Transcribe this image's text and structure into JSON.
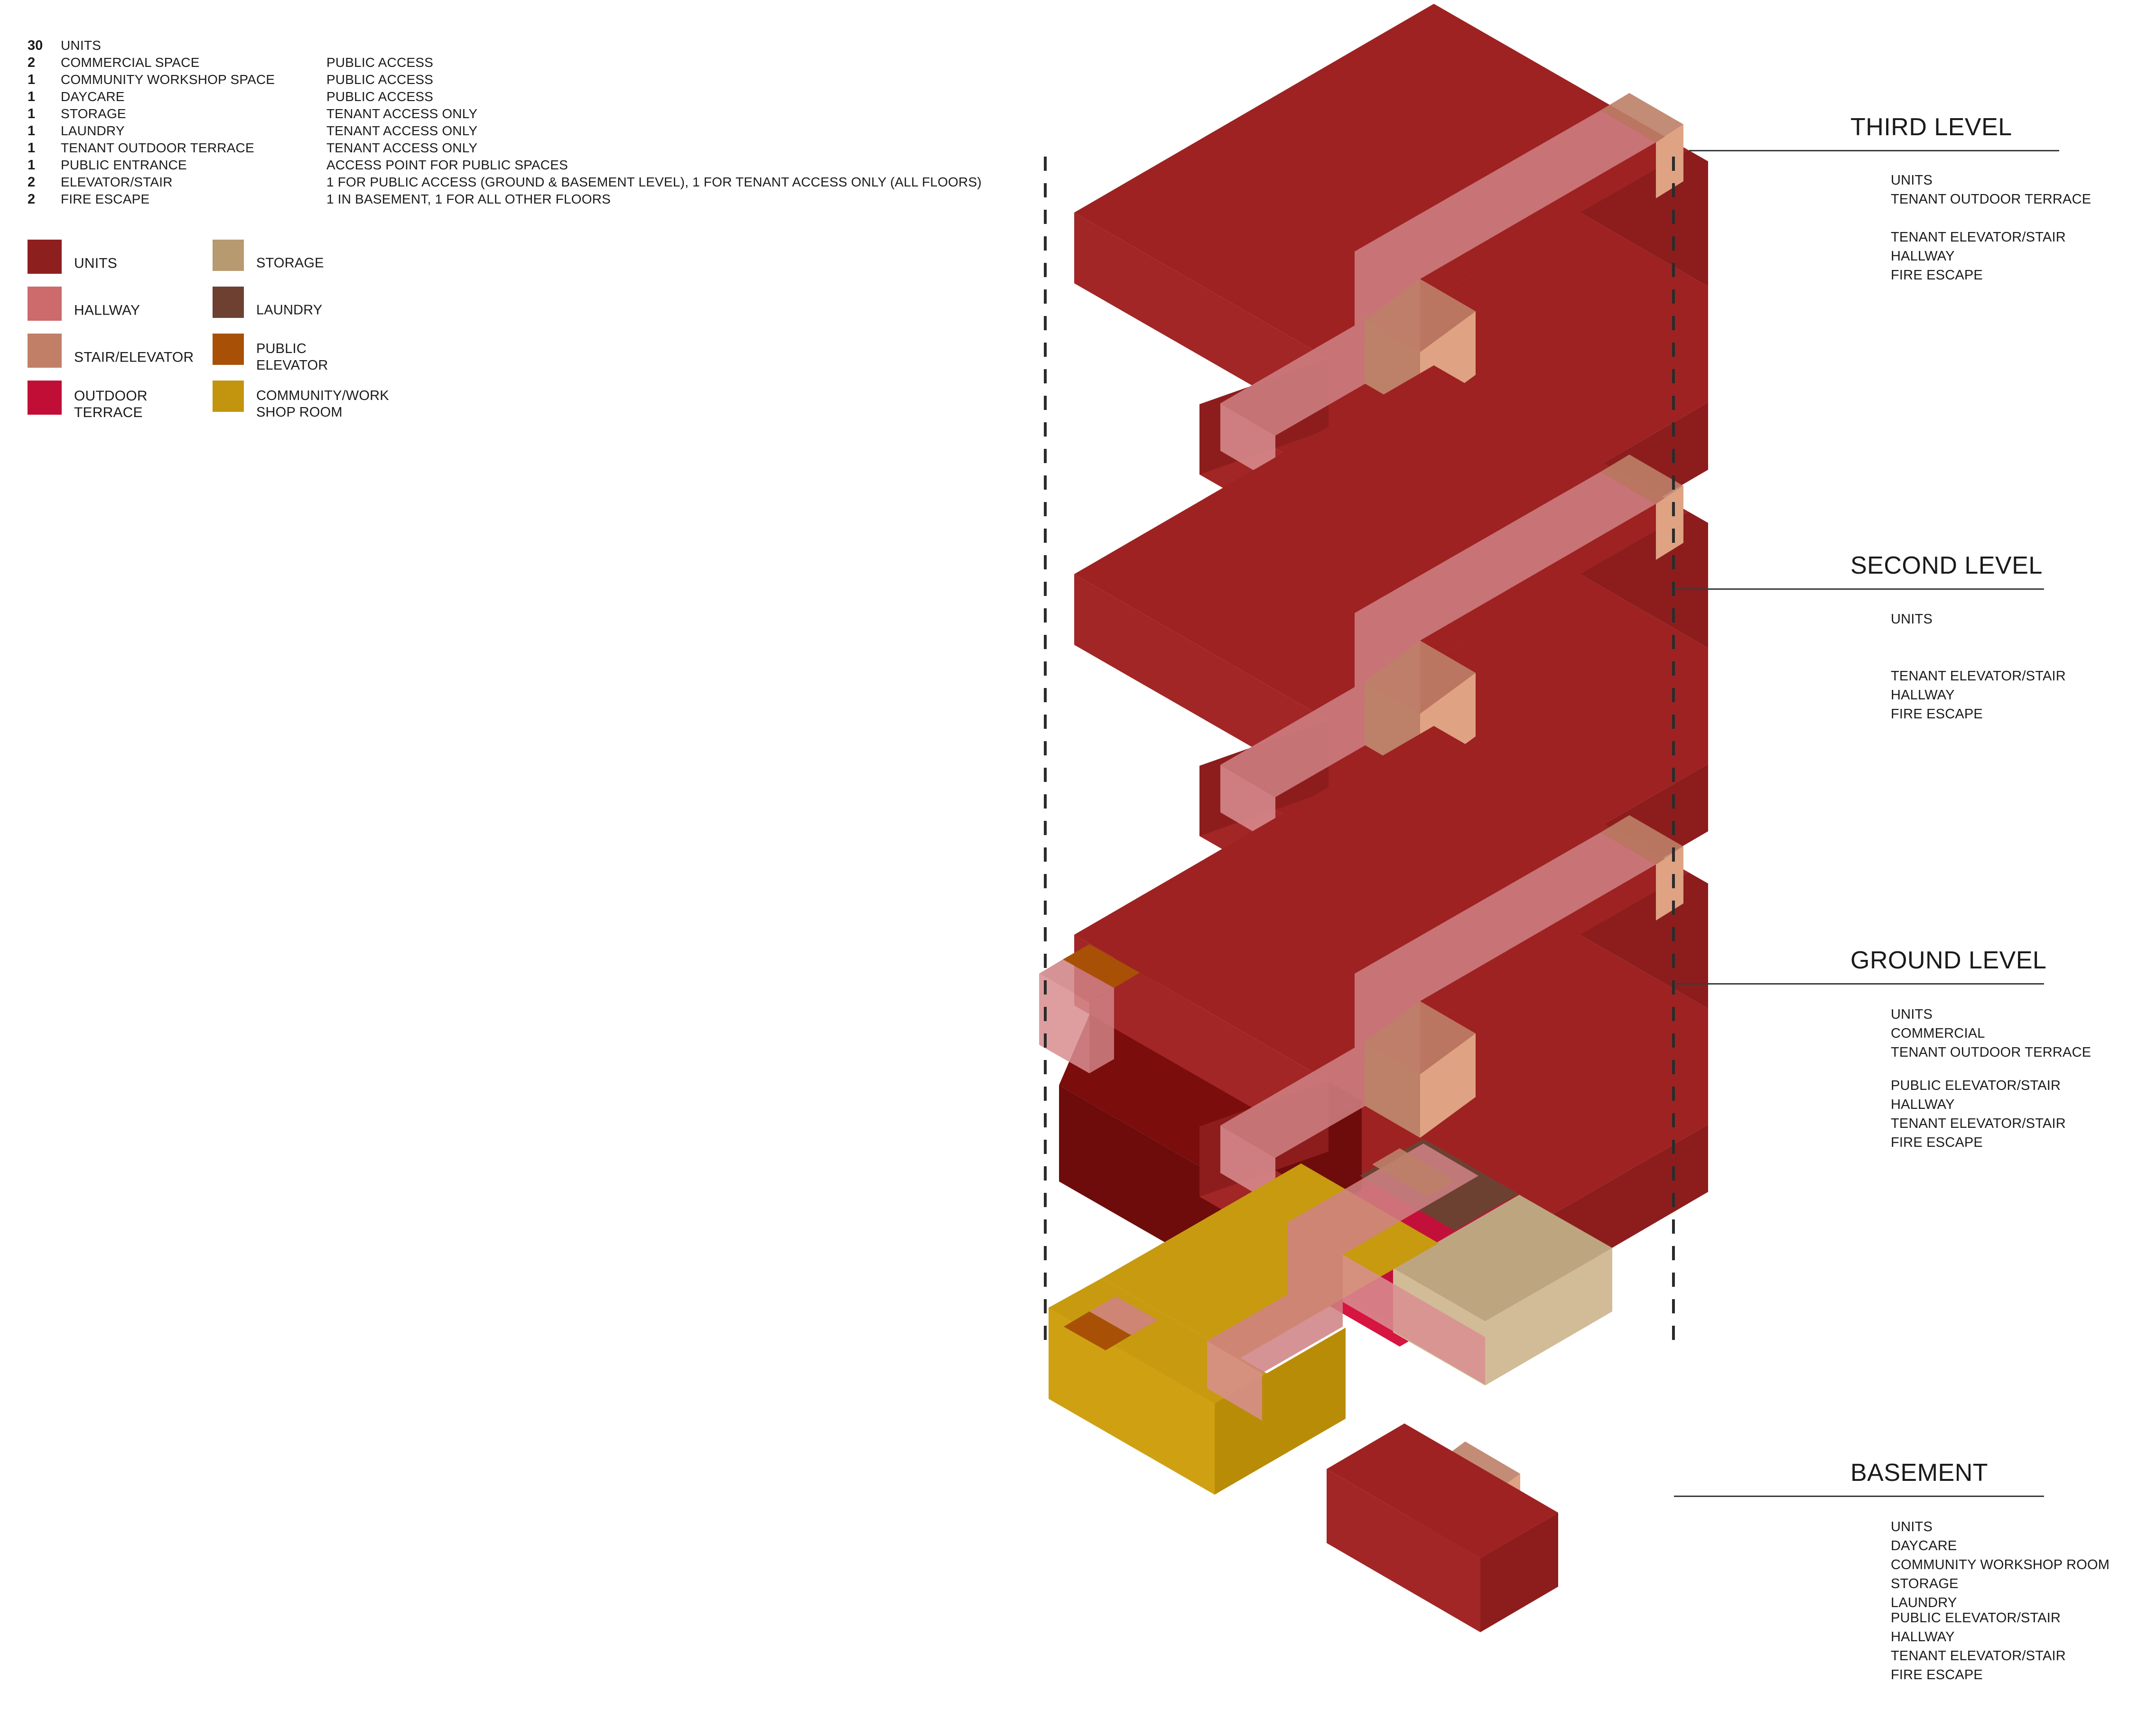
{
  "program_table": {
    "rows": [
      {
        "qty": "30",
        "name": "UNITS",
        "access": ""
      },
      {
        "qty": "2",
        "name": "COMMERCIAL SPACE",
        "access": "PUBLIC ACCESS"
      },
      {
        "qty": "1",
        "name": "COMMUNITY WORKSHOP SPACE",
        "access": "PUBLIC ACCESS"
      },
      {
        "qty": "1",
        "name": "DAYCARE",
        "access": "PUBLIC ACCESS"
      },
      {
        "qty": "1",
        "name": "STORAGE",
        "access": "TENANT ACCESS ONLY"
      },
      {
        "qty": "1",
        "name": "LAUNDRY",
        "access": "TENANT ACCESS ONLY"
      },
      {
        "qty": "1",
        "name": "TENANT OUTDOOR TERRACE",
        "access": "TENANT ACCESS ONLY"
      },
      {
        "qty": "1",
        "name": "PUBLIC ENTRANCE",
        "access": "ACCESS POINT FOR PUBLIC SPACES"
      },
      {
        "qty": "2",
        "name": "ELEVATOR/STAIR",
        "access": "1 FOR PUBLIC ACCESS (GROUND & BASEMENT LEVEL), 1 FOR TENANT ACCESS ONLY (ALL FLOORS)"
      },
      {
        "qty": "2",
        "name": "FIRE ESCAPE",
        "access": "1 IN BASEMENT, 1 FOR ALL OTHER FLOORS"
      }
    ]
  },
  "legend": {
    "left_column": [
      {
        "label": "UNITS",
        "color": "#8e1f1f"
      },
      {
        "label": "HALLWAY",
        "color": "#cc6a6c"
      },
      {
        "label": "STAIR/ELEVATOR",
        "color": "#c27f68"
      },
      {
        "label": "OUTDOOR\nTERRACE",
        "color": "#c10e36"
      }
    ],
    "right_column": [
      {
        "label": "STORAGE",
        "color": "#b79a70"
      },
      {
        "label": "LAUNDRY",
        "color": "#6d4032"
      },
      {
        "label": "PUBLIC ELEVATOR",
        "color": "#a85106"
      },
      {
        "label": "COMMUNITY/WORK\nSHOP ROOM",
        "color": "#c3950e"
      }
    ]
  },
  "colors": {
    "units_top": "#9e2222",
    "units_side_left": "#a22626",
    "units_side_right": "#8d1d1d",
    "units_dark_top": "#7b0d0d",
    "units_dark_side": "#6e0c0c",
    "hallway_top": "#cf8184",
    "hallway_side": "#d98e90",
    "stair_top": "#bd8068",
    "stair_side": "#dfa282",
    "terrace_top": "#c2103a",
    "terrace_side": "#d61540",
    "storage_top": "#bda580",
    "storage_side": "#d2bb97",
    "laundry_top": "#6d4132",
    "workshop_top": "#c79a10",
    "workshop_side_left": "#cfa112",
    "workshop_side_right": "#b98c08",
    "public_elev_top": "#a85106",
    "guide_line": "#2b2b2b",
    "rule_line": "#3a3a3a",
    "text": "#1a1a1a"
  },
  "levels": [
    {
      "id": "third",
      "title": "THIRD LEVEL",
      "programs": "UNITS\nTENANT OUTDOOR TERRACE",
      "circulation": "TENANT ELEVATOR/STAIR\nHALLWAY\nFIRE ESCAPE"
    },
    {
      "id": "second",
      "title": "SECOND LEVEL",
      "programs": "UNITS",
      "circulation": "TENANT ELEVATOR/STAIR\nHALLWAY\nFIRE ESCAPE"
    },
    {
      "id": "ground",
      "title": "GROUND LEVEL",
      "programs": "UNITS\nCOMMERCIAL\nTENANT OUTDOOR TERRACE",
      "circulation": "PUBLIC ELEVATOR/STAIR\nHALLWAY\nTENANT ELEVATOR/STAIR\nFIRE ESCAPE"
    },
    {
      "id": "basement",
      "title": "BASEMENT",
      "programs": "UNITS\nDAYCARE\nCOMMUNITY WORKSHOP ROOM\nSTORAGE\nLAUNDRY",
      "circulation": "PUBLIC ELEVATOR/STAIR\nHALLWAY\nTENANT ELEVATOR/STAIR\nFIRE ESCAPE"
    }
  ]
}
